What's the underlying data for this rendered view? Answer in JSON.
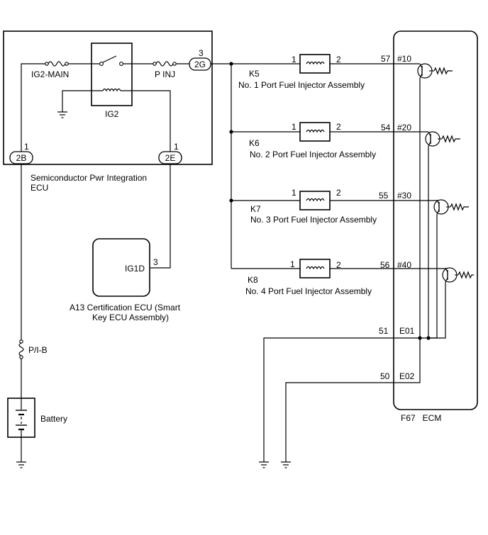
{
  "spi_ecu": {
    "name_line1": "Semiconductor Pwr Integration",
    "name_line2": "ECU",
    "fuse_ig2main": "IG2-MAIN",
    "relay_ig2": "IG2",
    "fuse_pinj": "P INJ",
    "conn_2g": "2G",
    "conn_2g_pin": "3",
    "conn_2b": "2B",
    "conn_2b_pin": "1",
    "conn_2e": "2E",
    "conn_2e_pin": "1"
  },
  "cert_ecu": {
    "terminal": "IG1D",
    "pin": "3",
    "line1": "A13  Certification ECU (Smart",
    "line2": "Key ECU Assembly)"
  },
  "fuse_pib": "P/I-B",
  "battery": "Battery",
  "injectors": [
    {
      "pin_in": "1",
      "pin_out": "2",
      "code": "K5",
      "name": "No. 1 Port Fuel Injector Assembly",
      "ecm_pin": "57",
      "ecm_term": "#10"
    },
    {
      "pin_in": "1",
      "pin_out": "2",
      "code": "K6",
      "name": "No. 2 Port Fuel Injector Assembly",
      "ecm_pin": "54",
      "ecm_term": "#20"
    },
    {
      "pin_in": "1",
      "pin_out": "2",
      "code": "K7",
      "name": "No. 3 Port Fuel Injector Assembly",
      "ecm_pin": "55",
      "ecm_term": "#30"
    },
    {
      "pin_in": "1",
      "pin_out": "2",
      "code": "K8",
      "name": "No. 4 Port Fuel Injector Assembly",
      "ecm_pin": "56",
      "ecm_term": "#40"
    }
  ],
  "ecm": {
    "label": "F67   ECM",
    "e01_pin": "51",
    "e01": "E01",
    "e02_pin": "50",
    "e02": "E02"
  }
}
